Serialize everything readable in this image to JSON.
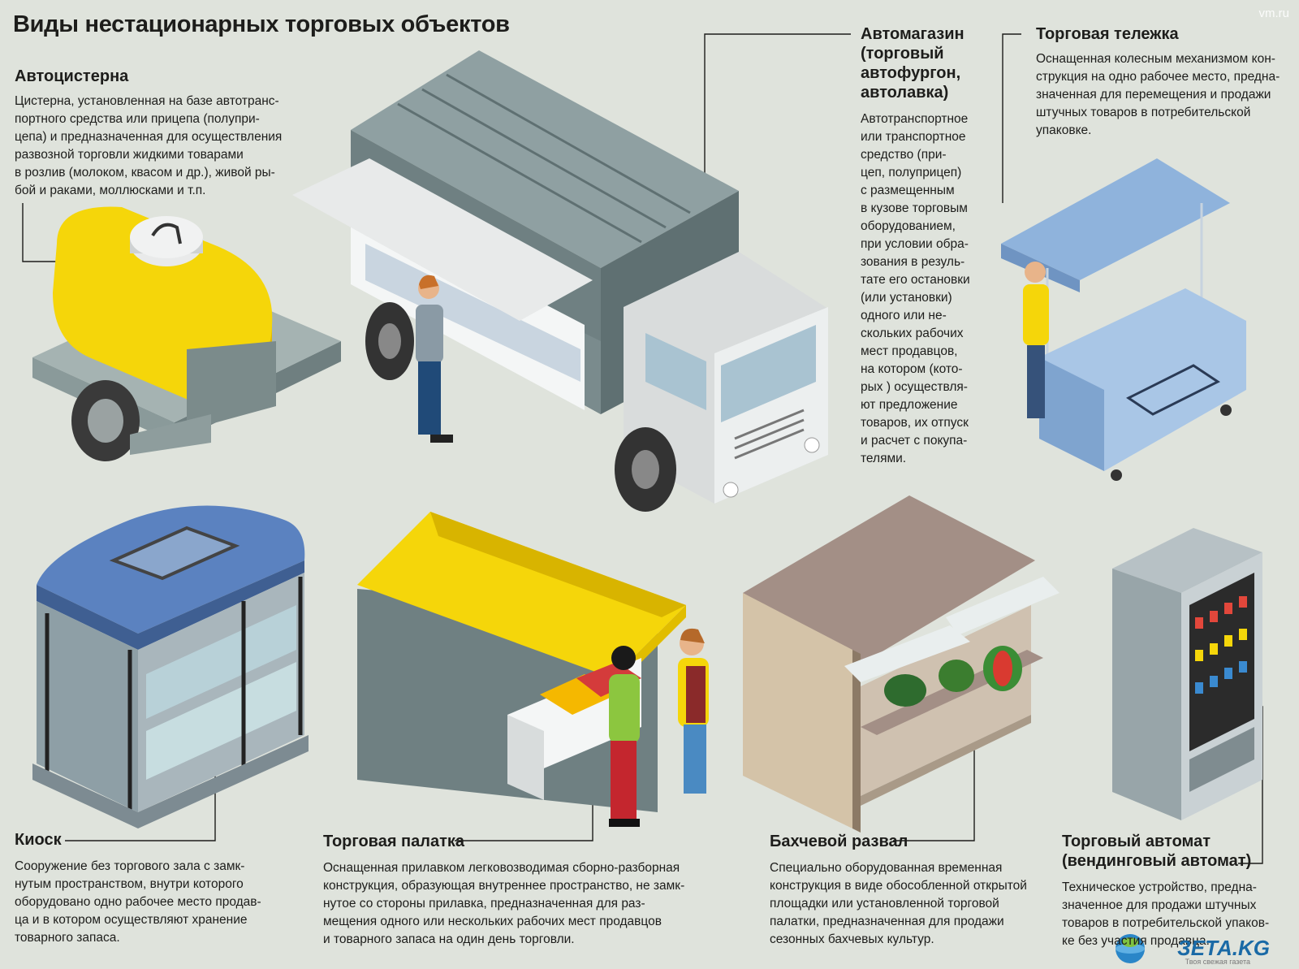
{
  "title": "Виды нестационарных торговых объектов",
  "watermark": "vm.ru",
  "logo": {
    "text": "ЗЕТА.KG",
    "tagline": "Твоя свежая газета",
    "icon": "globe-icon"
  },
  "colors": {
    "background": "#dfe3dc",
    "yellow": "#f5d60a",
    "truck_body": "#7e9194",
    "cart_blue": "#8fb3dc",
    "stall_roof": "#a38f86"
  },
  "items": {
    "tanker": {
      "heading": "Автоцистерна",
      "text": "Цистерна, установленная на базе автотранс-\nпортного средства или прицепа (полупри-\nцепа) и предназначенная для осуществления\nразвозной торговли жидкими товарами\nв розлив (молоком, квасом и др.), живой ры-\nбой и раками, моллюсками и т.п."
    },
    "truck": {
      "heading": "Автомагазин\n(торговый\nавтофургон,\nавтолавка)",
      "text": "Автотранспортное\nили транспортное\nсредство (при-\nцеп, полуприцеп)\nс размещенным\nв кузове торговым\nоборудованием,\nпри условии обра-\nзования в резуль-\nтате его остановки\n(или установки)\nодного или не-\nскольких рабочих\nмест продавцов,\nна котором (кото-\nрых ) осуществля-\nют предложение\nтоваров, их отпуск\nи расчет с покупа-\nтелями."
    },
    "cart": {
      "heading": "Торговая тележка",
      "text": "Оснащенная колесным механизмом кон-\nструкция на одно рабочее место, предна-\nзначенная для перемещения и продажи\nштучных товаров в потребительской\nупаковке."
    },
    "kiosk": {
      "heading": "Киоск",
      "text": "Сооружение без торгового зала с замк-\nнутым пространством, внутри которого\nоборудовано одно рабочее место продав-\nца и в котором осуществляют хранение\nтоварного запаса."
    },
    "tent": {
      "heading": "Торговая палатка",
      "text": "Оснащенная прилавком легковозводимая сборно-разборная\nконструкция, образующая внутреннее пространство, не замк-\nнутое со стороны прилавка, предназначенная для раз-\nмещения одного или нескольких рабочих мест продавцов\nи товарного запаса на один день торговли."
    },
    "melon_stall": {
      "heading": "Бахчевой развал",
      "text": "Специально оборудованная временная\nконструкция в виде обособленной открытой\nплощадки или установленной торговой\nпалатки, предназначенная для продажи\nсезонных бахчевых культур."
    },
    "vending": {
      "heading": "Торговый автомат\n(вендинговый автомат)",
      "text": "Техническое устройство, предна-\nзначенное для продажи штучных\nтоваров в потребительской упаков-\nке без участия продавца."
    }
  }
}
